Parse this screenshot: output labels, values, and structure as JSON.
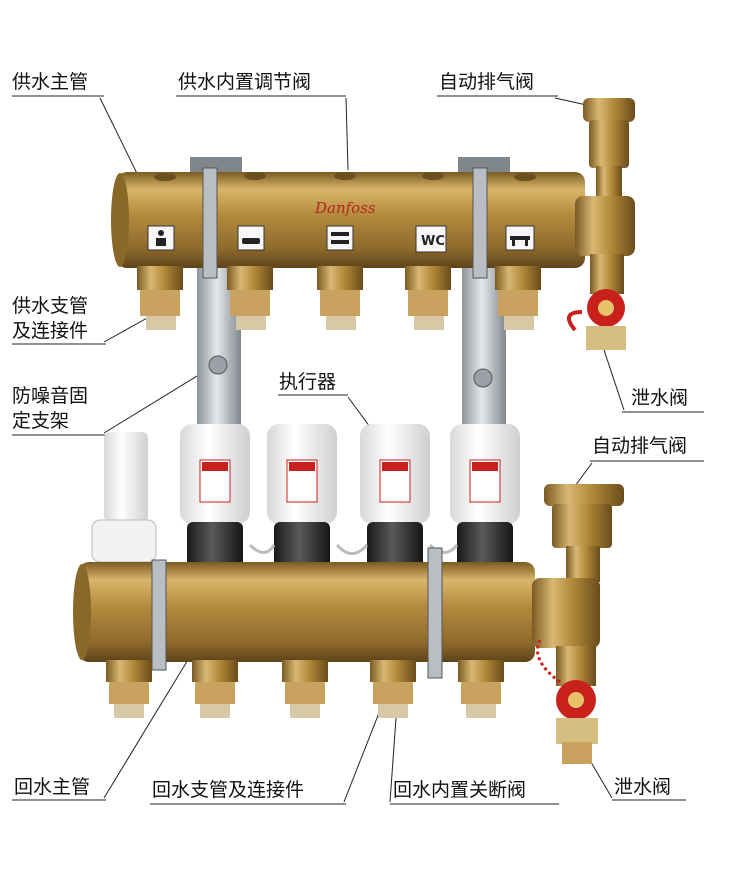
{
  "labels": {
    "supply_main_pipe": "供水主管",
    "supply_builtin_valve": "供水内置调节阀",
    "auto_vent_top": "自动排气阀",
    "supply_branch": "供水支管\n及连接件",
    "noise_bracket": "防噪音固\n定支架",
    "actuator": "执行器",
    "drain_valve_top": "泄水阀",
    "auto_vent_bottom": "自动排气阀",
    "return_main_pipe": "回水主管",
    "return_branch": "回水支管及连接件",
    "return_shutoff_valve": "回水内置关断阀",
    "drain_valve_bottom": "泄水阀"
  },
  "brand": {
    "logo_text": "Danfoss"
  },
  "room_icons": {
    "icon_1": "person",
    "icon_2": "bathtub",
    "icon_3": "bed",
    "icon_4": "WC",
    "icon_5": "table"
  },
  "colors": {
    "brass": "#b38a3e",
    "valve_red": "#c8201a",
    "actuator_white": "#f4f4f4",
    "label_text": "#111111"
  }
}
